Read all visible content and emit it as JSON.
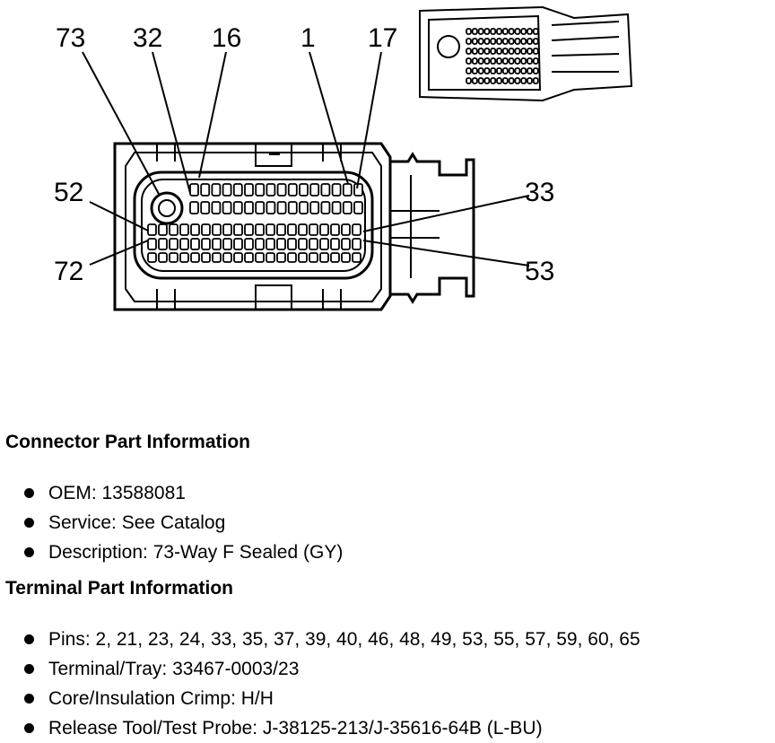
{
  "diagram": {
    "pin_labels": [
      "73",
      "32",
      "16",
      "1",
      "17",
      "52",
      "72",
      "33",
      "53"
    ]
  },
  "connector": {
    "title": "Connector Part Information",
    "items": [
      "OEM: 13588081",
      "Service: See Catalog",
      "Description: 73-Way F Sealed (GY)"
    ]
  },
  "terminal": {
    "title": "Terminal Part Information",
    "items": [
      "Pins: 2, 21, 23, 24, 33, 35, 37, 39, 40, 46, 48, 49, 53, 55, 57, 59, 60, 65",
      "Terminal/Tray: 33467-0003/23",
      "Core/Insulation Crimp: H/H",
      "Release Tool/Test Probe: J-38125-213/J-35616-64B (L-BU)"
    ]
  }
}
